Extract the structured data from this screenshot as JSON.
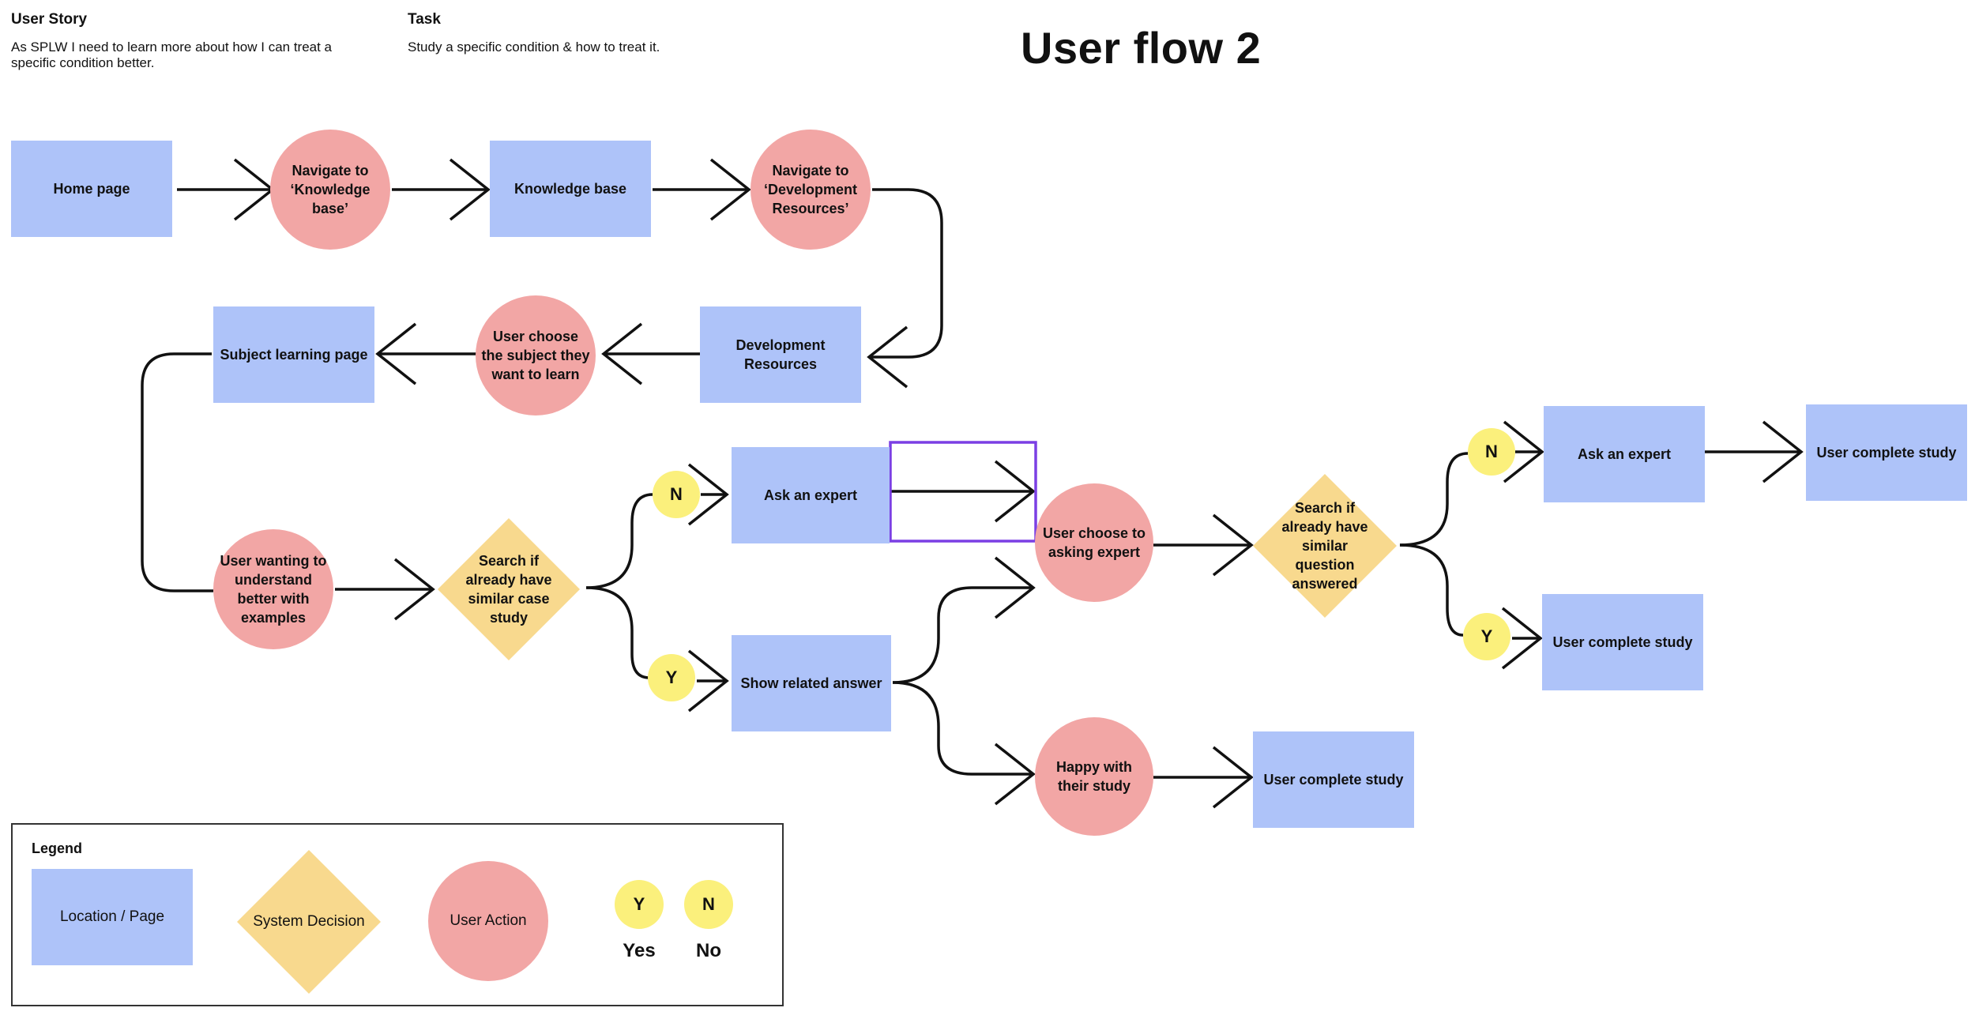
{
  "header": {
    "user_story_label": "User Story",
    "user_story_text": "As SPLW I need to learn more about how I can treat a specific condition better.",
    "task_label": "Task",
    "task_text": "Study a specific condition & how to treat it.",
    "title": "User flow 2"
  },
  "nodes": {
    "home_page": "Home page",
    "navigate_knowledge": "Navigate to ‘Knowledge base’",
    "knowledge_base": "Knowledge base",
    "navigate_dev": "Navigate to ‘Development Resources’",
    "dev_resources": "Development Resources",
    "choose_subject": "User choose the subject they want to learn",
    "subject_page": "Subject learning page",
    "user_wanting": "User wanting to understand better with examples",
    "search_case": "Search if already have similar case study",
    "n1": "N",
    "y1": "Y",
    "ask_expert_1": "Ask an expert",
    "show_related": "Show related answer",
    "choose_asking": "User choose to asking expert",
    "happy": "Happy with their study",
    "complete_bottom": "User complete study",
    "search_question": "Search if already have similar question answered",
    "n2": "N",
    "y2": "Y",
    "ask_expert_2": "Ask an expert",
    "complete_mid": "User complete study",
    "complete_top": "User complete study"
  },
  "legend": {
    "title": "Legend",
    "location_page": "Location / Page",
    "system_decision": "System Decision",
    "user_action": "User Action",
    "yes_symbol": "Y",
    "no_symbol": "N",
    "yes_label": "Yes",
    "no_label": "No"
  },
  "colors": {
    "location": "#aec3f9",
    "action": "#f2a6a5",
    "decision": "#f8d98e",
    "yes_no": "#fbf07c",
    "highlight": "#7b3fe4",
    "line": "#111111"
  }
}
